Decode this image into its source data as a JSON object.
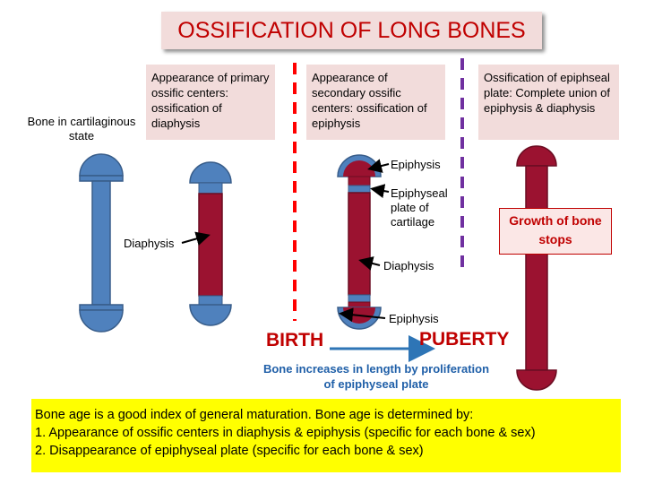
{
  "title": "OSSIFICATION OF LONG BONES",
  "stages": [
    {
      "label": "Bone in cartilaginous state"
    },
    {
      "label": "Appearance of primary ossific centers: ossification of diaphysis"
    },
    {
      "label": "Appearance of secondary ossific centers: ossification of  epiphysis"
    },
    {
      "label": "Ossification of epiphseal plate: Complete union of epiphysis & diaphysis"
    }
  ],
  "part_labels": {
    "diaphysis_left": "Diaphysis",
    "epiphysis_top": "Epiphysis",
    "epiphyseal_plate": "Epiphyseal plate of cartilage",
    "diaphysis_mid": "Diaphysis",
    "epiphysis_bottom": "Epiphysis"
  },
  "growth_stops": "Growth of bone stops",
  "timeline": {
    "start": "BIRTH",
    "end": "PUBERTY",
    "caption": "Bone increases in length by proliferation of epiphyseal plate"
  },
  "summary": {
    "intro": "Bone age is a good index of general maturation.  Bone age is determined by:",
    "points": [
      "1.  Appearance of ossific centers in diaphysis & epiphysis (specific for each bone & sex)",
      "2.  Disappearance of epiphyseal plate (specific for each bone & sex)"
    ]
  },
  "colors": {
    "title_text": "#c00000",
    "box_fill": "#f2dcdb",
    "cartilage": "#4f81bd",
    "ossified_bone": "#9b1230",
    "birth_line": "#ff0000",
    "puberty_line": "#7030a0",
    "timeline_arrow": "#2e75b6",
    "summary_fill": "#ffff00"
  }
}
